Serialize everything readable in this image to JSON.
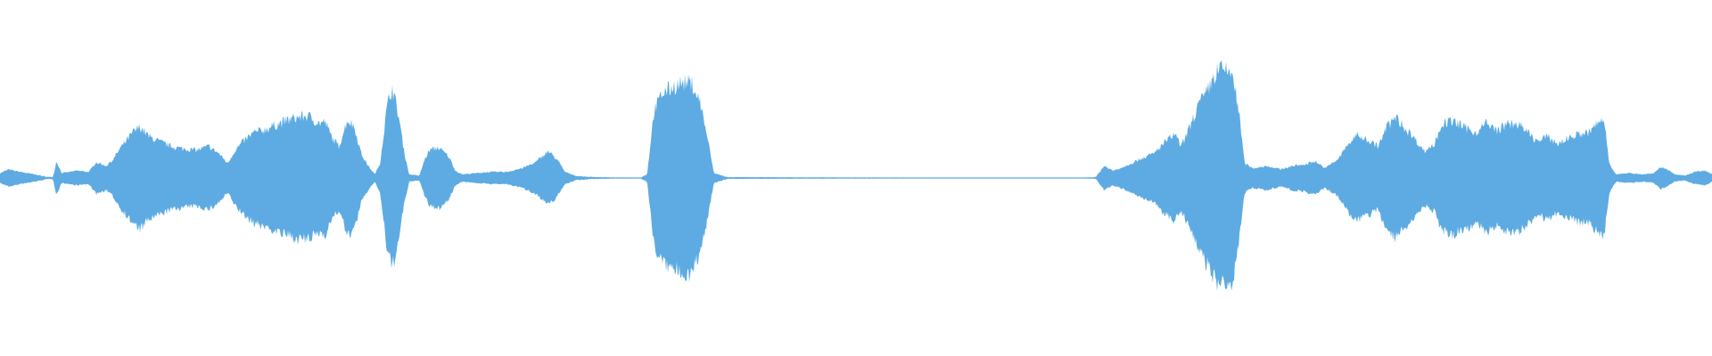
{
  "waveform": {
    "color": "#5dabe2",
    "background": "#ffffff",
    "envelope": [
      [
        0.0,
        0.04
      ],
      [
        0.005,
        0.07
      ],
      [
        0.012,
        0.05
      ],
      [
        0.02,
        0.03
      ],
      [
        0.028,
        0.01
      ],
      [
        0.031,
        0.01
      ],
      [
        0.033,
        0.14
      ],
      [
        0.036,
        0.04
      ],
      [
        0.045,
        0.06
      ],
      [
        0.052,
        0.05
      ],
      [
        0.056,
        0.13
      ],
      [
        0.062,
        0.1
      ],
      [
        0.066,
        0.15
      ],
      [
        0.07,
        0.24
      ],
      [
        0.074,
        0.31
      ],
      [
        0.078,
        0.38
      ],
      [
        0.082,
        0.42
      ],
      [
        0.087,
        0.34
      ],
      [
        0.093,
        0.3
      ],
      [
        0.1,
        0.26
      ],
      [
        0.107,
        0.24
      ],
      [
        0.115,
        0.23
      ],
      [
        0.122,
        0.26
      ],
      [
        0.128,
        0.2
      ],
      [
        0.133,
        0.12
      ],
      [
        0.137,
        0.22
      ],
      [
        0.142,
        0.3
      ],
      [
        0.148,
        0.37
      ],
      [
        0.155,
        0.4
      ],
      [
        0.16,
        0.43
      ],
      [
        0.167,
        0.47
      ],
      [
        0.174,
        0.5
      ],
      [
        0.18,
        0.51
      ],
      [
        0.186,
        0.45
      ],
      [
        0.19,
        0.46
      ],
      [
        0.194,
        0.33
      ],
      [
        0.198,
        0.26
      ],
      [
        0.203,
        0.48
      ],
      [
        0.207,
        0.42
      ],
      [
        0.211,
        0.2
      ],
      [
        0.215,
        0.1
      ],
      [
        0.219,
        0.03
      ],
      [
        0.222,
        0.12
      ],
      [
        0.226,
        0.58
      ],
      [
        0.229,
        0.75
      ],
      [
        0.233,
        0.5
      ],
      [
        0.236,
        0.22
      ],
      [
        0.239,
        0.03
      ],
      [
        0.245,
        0.02
      ],
      [
        0.248,
        0.15
      ],
      [
        0.251,
        0.23
      ],
      [
        0.256,
        0.25
      ],
      [
        0.262,
        0.18
      ],
      [
        0.266,
        0.06
      ],
      [
        0.27,
        0.03
      ],
      [
        0.278,
        0.04
      ],
      [
        0.287,
        0.05
      ],
      [
        0.296,
        0.05
      ],
      [
        0.305,
        0.08
      ],
      [
        0.313,
        0.13
      ],
      [
        0.32,
        0.22
      ],
      [
        0.325,
        0.16
      ],
      [
        0.33,
        0.05
      ],
      [
        0.336,
        0.02
      ],
      [
        0.345,
        0.01
      ],
      [
        0.36,
        0.005
      ],
      [
        0.374,
        0.005
      ],
      [
        0.378,
        0.03
      ],
      [
        0.382,
        0.55
      ],
      [
        0.387,
        0.7
      ],
      [
        0.392,
        0.74
      ],
      [
        0.398,
        0.78
      ],
      [
        0.404,
        0.78
      ],
      [
        0.409,
        0.62
      ],
      [
        0.413,
        0.35
      ],
      [
        0.417,
        0.04
      ],
      [
        0.425,
        0.008
      ],
      [
        0.48,
        0.006
      ],
      [
        0.55,
        0.004
      ],
      [
        0.6,
        0.003
      ],
      [
        0.63,
        0.003
      ],
      [
        0.64,
        0.008
      ],
      [
        0.645,
        0.1
      ],
      [
        0.65,
        0.06
      ],
      [
        0.656,
        0.09
      ],
      [
        0.662,
        0.13
      ],
      [
        0.668,
        0.17
      ],
      [
        0.674,
        0.2
      ],
      [
        0.68,
        0.29
      ],
      [
        0.686,
        0.36
      ],
      [
        0.69,
        0.26
      ],
      [
        0.695,
        0.42
      ],
      [
        0.7,
        0.6
      ],
      [
        0.704,
        0.68
      ],
      [
        0.708,
        0.8
      ],
      [
        0.712,
        0.9
      ],
      [
        0.716,
        0.88
      ],
      [
        0.72,
        0.86
      ],
      [
        0.724,
        0.5
      ],
      [
        0.727,
        0.12
      ],
      [
        0.732,
        0.08
      ],
      [
        0.74,
        0.1
      ],
      [
        0.748,
        0.07
      ],
      [
        0.755,
        0.1
      ],
      [
        0.762,
        0.11
      ],
      [
        0.768,
        0.14
      ],
      [
        0.774,
        0.08
      ],
      [
        0.778,
        0.12
      ],
      [
        0.782,
        0.16
      ],
      [
        0.786,
        0.25
      ],
      [
        0.792,
        0.35
      ],
      [
        0.798,
        0.32
      ],
      [
        0.805,
        0.26
      ],
      [
        0.81,
        0.42
      ],
      [
        0.815,
        0.5
      ],
      [
        0.82,
        0.42
      ],
      [
        0.826,
        0.33
      ],
      [
        0.832,
        0.22
      ],
      [
        0.838,
        0.28
      ],
      [
        0.842,
        0.44
      ],
      [
        0.848,
        0.47
      ],
      [
        0.855,
        0.42
      ],
      [
        0.862,
        0.37
      ],
      [
        0.868,
        0.45
      ],
      [
        0.874,
        0.39
      ],
      [
        0.88,
        0.44
      ],
      [
        0.886,
        0.45
      ],
      [
        0.892,
        0.38
      ],
      [
        0.898,
        0.3
      ],
      [
        0.904,
        0.34
      ],
      [
        0.91,
        0.28
      ],
      [
        0.916,
        0.33
      ],
      [
        0.922,
        0.36
      ],
      [
        0.928,
        0.37
      ],
      [
        0.934,
        0.46
      ],
      [
        0.937,
        0.48
      ],
      [
        0.94,
        0.12
      ],
      [
        0.944,
        0.03
      ],
      [
        0.952,
        0.04
      ],
      [
        0.96,
        0.03
      ],
      [
        0.966,
        0.04
      ],
      [
        0.97,
        0.09
      ],
      [
        0.974,
        0.07
      ],
      [
        0.978,
        0.03
      ],
      [
        0.984,
        0.02
      ],
      [
        0.99,
        0.05
      ],
      [
        0.996,
        0.06
      ],
      [
        1.0,
        0.03
      ]
    ]
  }
}
